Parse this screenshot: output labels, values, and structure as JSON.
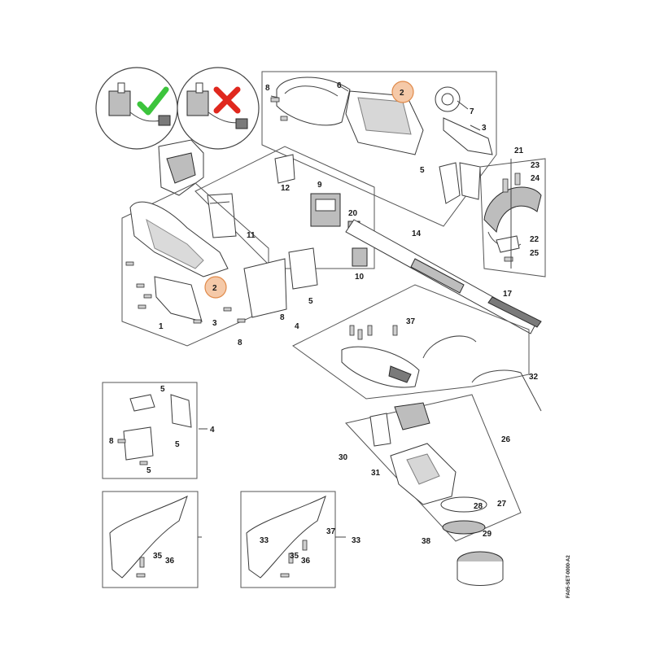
{
  "diagram": {
    "part_labels": {
      "l1": "1",
      "l2a": "2",
      "l2b": "2",
      "l3a": "3",
      "l3b": "3",
      "l4a": "4",
      "l4b": "4",
      "l5a": "5",
      "l5b": "5",
      "l5c": "5",
      "l5d": "5",
      "l5e": "5",
      "l6": "6",
      "l7": "7",
      "l8a": "8",
      "l8b": "8",
      "l8c": "8",
      "l8d": "8",
      "l9": "9",
      "l10": "10",
      "l11": "11",
      "l12": "12",
      "l14": "14",
      "l17": "17",
      "l20": "20",
      "l21": "21",
      "l22": "22",
      "l23": "23",
      "l24": "24",
      "l25": "25",
      "l26": "26",
      "l27": "27",
      "l28": "28",
      "l29": "29",
      "l30": "30",
      "l31": "31",
      "l32": "32",
      "l33a": "33",
      "l33b": "33",
      "l35a": "35",
      "l35b": "35",
      "l36a": "36",
      "l36b": "36",
      "l37a": "37",
      "l37b": "37",
      "l38": "38"
    },
    "drawing_code": "FA05-SET-0000-A2",
    "highlight_color": "#f5c9a8",
    "highlight_border": "#e08a4a",
    "check_color": "#3cc43c",
    "cross_color": "#e0281e"
  }
}
